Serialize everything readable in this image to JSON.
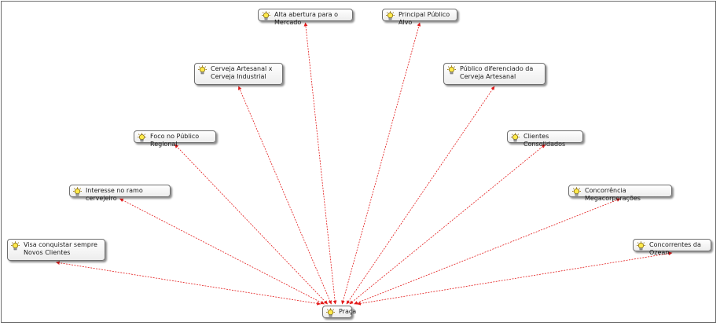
{
  "diagram": {
    "center": {
      "id": "praca",
      "label": "Praça",
      "icon": "lightbulb-icon"
    },
    "nodes": [
      {
        "id": "visa-conquistar",
        "label": "Visa conquistar sempre Novos Clientes",
        "icon": "lightbulb-icon"
      },
      {
        "id": "interesse-ramo",
        "label": "Interesse no ramo cervejeiro",
        "icon": "lightbulb-icon"
      },
      {
        "id": "foco-publico",
        "label": "Foco no Público Regional",
        "icon": "lightbulb-icon"
      },
      {
        "id": "cerveja-artesanal",
        "label": "Cerveja Artesanal x Cerveja Industrial",
        "icon": "lightbulb-icon"
      },
      {
        "id": "alta-abertura",
        "label": "Alta abertura para o Mercado",
        "icon": "lightbulb-icon"
      },
      {
        "id": "principal-publico",
        "label": "Principal Público Alvo",
        "icon": "lightbulb-icon"
      },
      {
        "id": "publico-diferenciado",
        "label": "Público diferenciado da Cerveja Artesanal",
        "icon": "lightbulb-icon"
      },
      {
        "id": "clientes-consolidados",
        "label": "Clientes Consolidados",
        "icon": "lightbulb-icon"
      },
      {
        "id": "concorrencia-mega",
        "label": "Concorrência Megacorporações",
        "icon": "lightbulb-icon"
      },
      {
        "id": "concorrentes-ozean",
        "label": "Concorrentes da Ozean",
        "icon": "lightbulb-icon"
      }
    ],
    "edge_style": {
      "color": "#e31b1b",
      "dashed": true,
      "arrows": "both"
    }
  }
}
